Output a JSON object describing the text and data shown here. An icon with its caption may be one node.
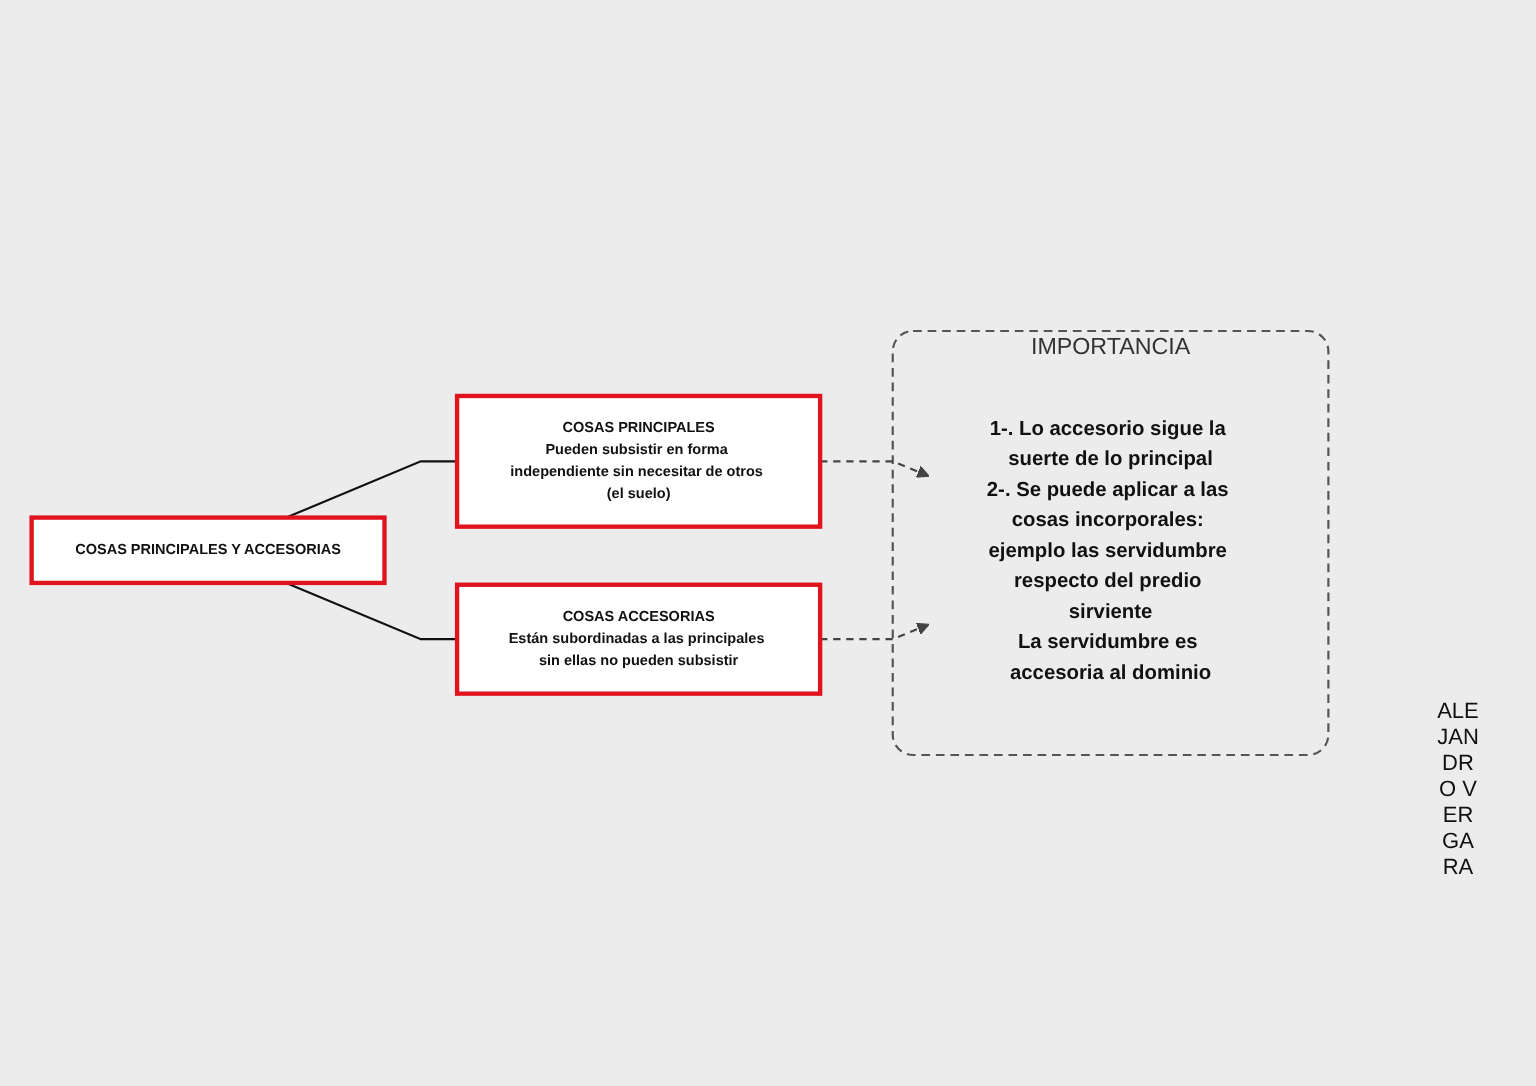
{
  "diagram": {
    "nodes": [
      {
        "text": [
          "COSAS PRINCIPALES Y ACCESORIAS"
        ]
      },
      {
        "text": [
          "COSAS PRINCIPALES",
          "Pueden subsistir en forma independiente sin necesitar de otros (el suelo)"
        ]
      },
      {
        "text": [
          "IMPORTANCIA"
        ]
      },
      {
        "text": [
          "1-. Lo accesorio sigue la suerte de lo principal",
          "2-. Se puede aplicar a las cosas incorporales: ejemplo las servidumbre respecto del predio sirviente",
          "La servidumbre es accesoria al dominio"
        ],
        "in": 2
      },
      {
        "text": [
          "COSAS ACCESORIAS",
          "Están subordinadas a las principales sin ellas no pueden subsistir"
        ]
      }
    ],
    "edges": [
      {
        "from": 0,
        "to": 1,
        "arrow": "none"
      },
      {
        "from": 0,
        "to": 4,
        "arrow": "none"
      },
      {
        "from": 1,
        "to": 3,
        "arrow": "to",
        "style": "dashed"
      },
      {
        "from": 4,
        "to": 3,
        "arrow": "to",
        "style": "dashed"
      }
    ],
    "labels": [
      "ALEJANDRO VERGARA"
    ]
  }
}
